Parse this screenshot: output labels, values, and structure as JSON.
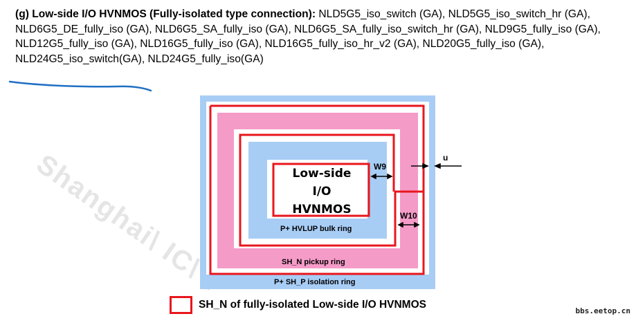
{
  "paragraph": {
    "heading": "(g) Low-side I/O HVNMOS (Fully-isolated type connection):",
    "body": " NLD5G5_iso_switch (GA), NLD5G5_iso_switch_hr (GA), NLD6G5_DE_fully_iso (GA), NLD6G5_SA_fully_iso (GA), NLD6G5_SA_fully_iso_switch_hr (GA), NLD9G5_fully_iso (GA), NLD12G5_fully_iso (GA), NLD16G5_fully_iso (GA), NLD16G5_fully_iso_hr_v2 (GA), NLD20G5_fully_iso (GA), NLD24G5_iso_switch(GA), NLD24G5_fully_iso(GA)"
  },
  "watermark": "Shanghai\\ IC\\ T",
  "diagram": {
    "device_label": [
      "Low-side",
      "I/O",
      "HVNMOS"
    ],
    "rings": {
      "bulk": "P+ HVLUP bulk ring",
      "pickup": "SH_N pickup ring",
      "isolation": "P+ SH_P isolation ring"
    },
    "dimensions": {
      "w9": "W9",
      "w10": "W10",
      "u": "u"
    },
    "colors": {
      "isolation_ring": "#a8cdf5",
      "pickup_ring": "#f59bc8",
      "bulk_ring": "#a8cdf5",
      "sh_n_outline": "#e8161d",
      "annotation_underline": "#1f6fc4"
    }
  },
  "legend": {
    "text": "SH_N of fully-isolated Low-side I/O HVNMOS"
  },
  "footer": {
    "site": "bbs.eetop.cn"
  }
}
